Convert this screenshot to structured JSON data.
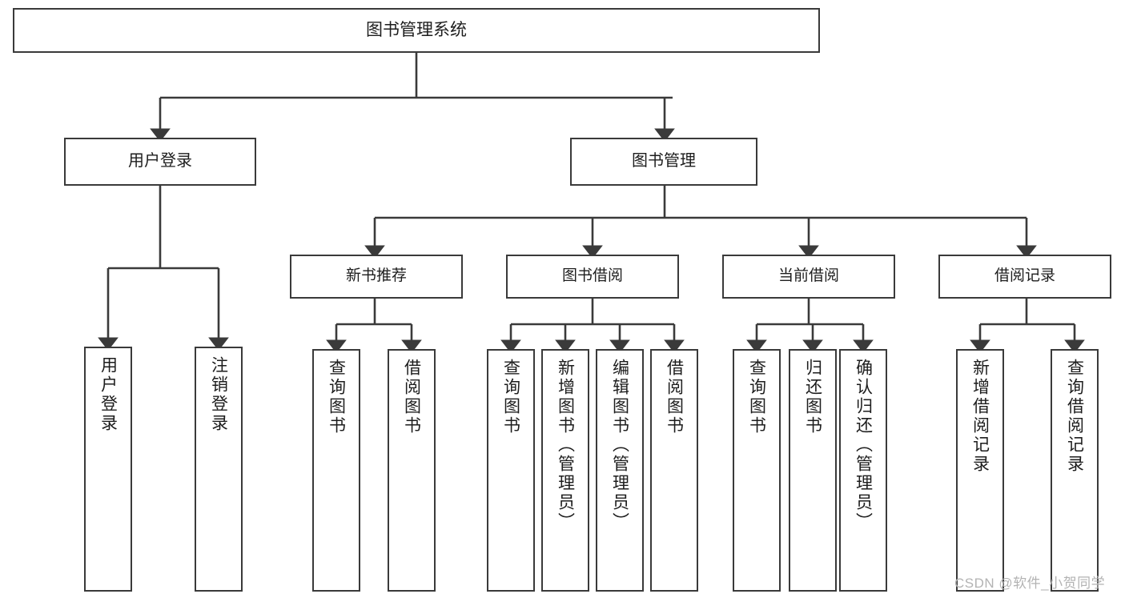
{
  "diagram": {
    "title": "图书管理系统",
    "type": "hierarchy-tree",
    "colors": {
      "background": "#ffffff",
      "box_border": "#3a3a3a",
      "connector": "#3a3a3a",
      "text": "#1d1d1d",
      "watermark": "#b3b3b3"
    },
    "root": {
      "label": "图书管理系统"
    },
    "level2": [
      {
        "label": "用户登录"
      },
      {
        "label": "图书管理"
      }
    ],
    "level3": [
      {
        "label": "新书推荐"
      },
      {
        "label": "图书借阅"
      },
      {
        "label": "当前借阅"
      },
      {
        "label": "借阅记录"
      }
    ],
    "leaves": {
      "user_login": [
        {
          "label": "用户登录"
        },
        {
          "label": "注销登录"
        }
      ],
      "new_book_recommend": [
        {
          "label": "查询图书"
        },
        {
          "label": "借阅图书"
        }
      ],
      "book_borrow": [
        {
          "label": "查询图书"
        },
        {
          "label": "新增图书（管理员）"
        },
        {
          "label": "编辑图书（管理员）"
        },
        {
          "label": "借阅图书"
        }
      ],
      "current_borrow": [
        {
          "label": "查询图书"
        },
        {
          "label": "归还图书"
        },
        {
          "label": "确认归还（管理员）"
        }
      ],
      "borrow_record": [
        {
          "label": "新增借阅记录"
        },
        {
          "label": "查询借阅记录"
        }
      ]
    }
  },
  "watermark": {
    "text": "CSDN @软件_小贺同学"
  }
}
